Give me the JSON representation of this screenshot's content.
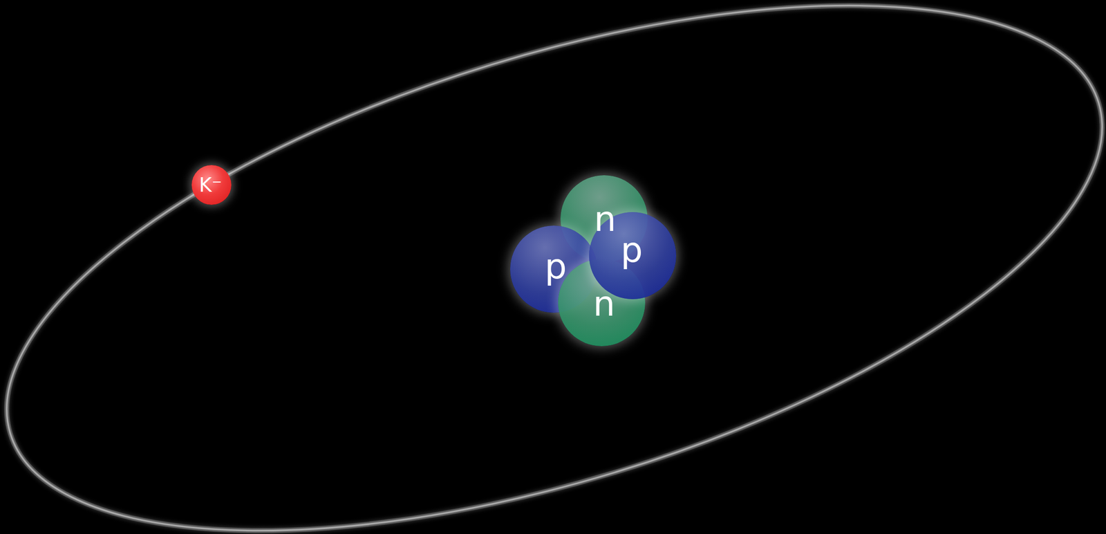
{
  "diagram": {
    "nodes": [
      {
        "text": [
          "K⁻"
        ]
      },
      {
        "text": [
          "n"
        ]
      },
      {
        "text": [
          "p"
        ]
      },
      {
        "text": [
          "n"
        ]
      },
      {
        "text": [
          "p"
        ]
      }
    ]
  }
}
